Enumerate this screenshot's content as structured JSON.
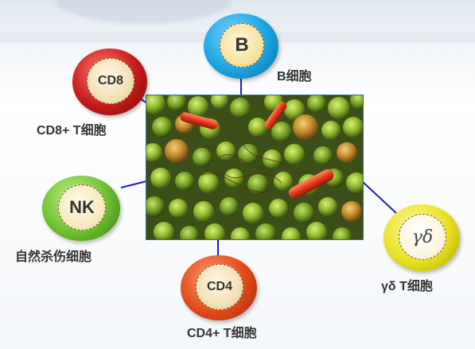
{
  "cells": {
    "b": {
      "label": "B",
      "caption": "B细胞",
      "color": "#1aa3e0"
    },
    "cd8": {
      "label": "CD8",
      "caption": "CD8+ T细胞",
      "color": "#b81a1a"
    },
    "nk": {
      "label": "NK",
      "caption": "自然杀伤细胞",
      "color": "#6cbf2e"
    },
    "cd4": {
      "label": "CD4",
      "caption": "CD4+ T细胞",
      "color": "#e04a1a"
    },
    "gd": {
      "label": "γδ",
      "caption": "γδ T细胞",
      "color": "#e8e020"
    }
  },
  "connector_color": "#1a1ad0"
}
